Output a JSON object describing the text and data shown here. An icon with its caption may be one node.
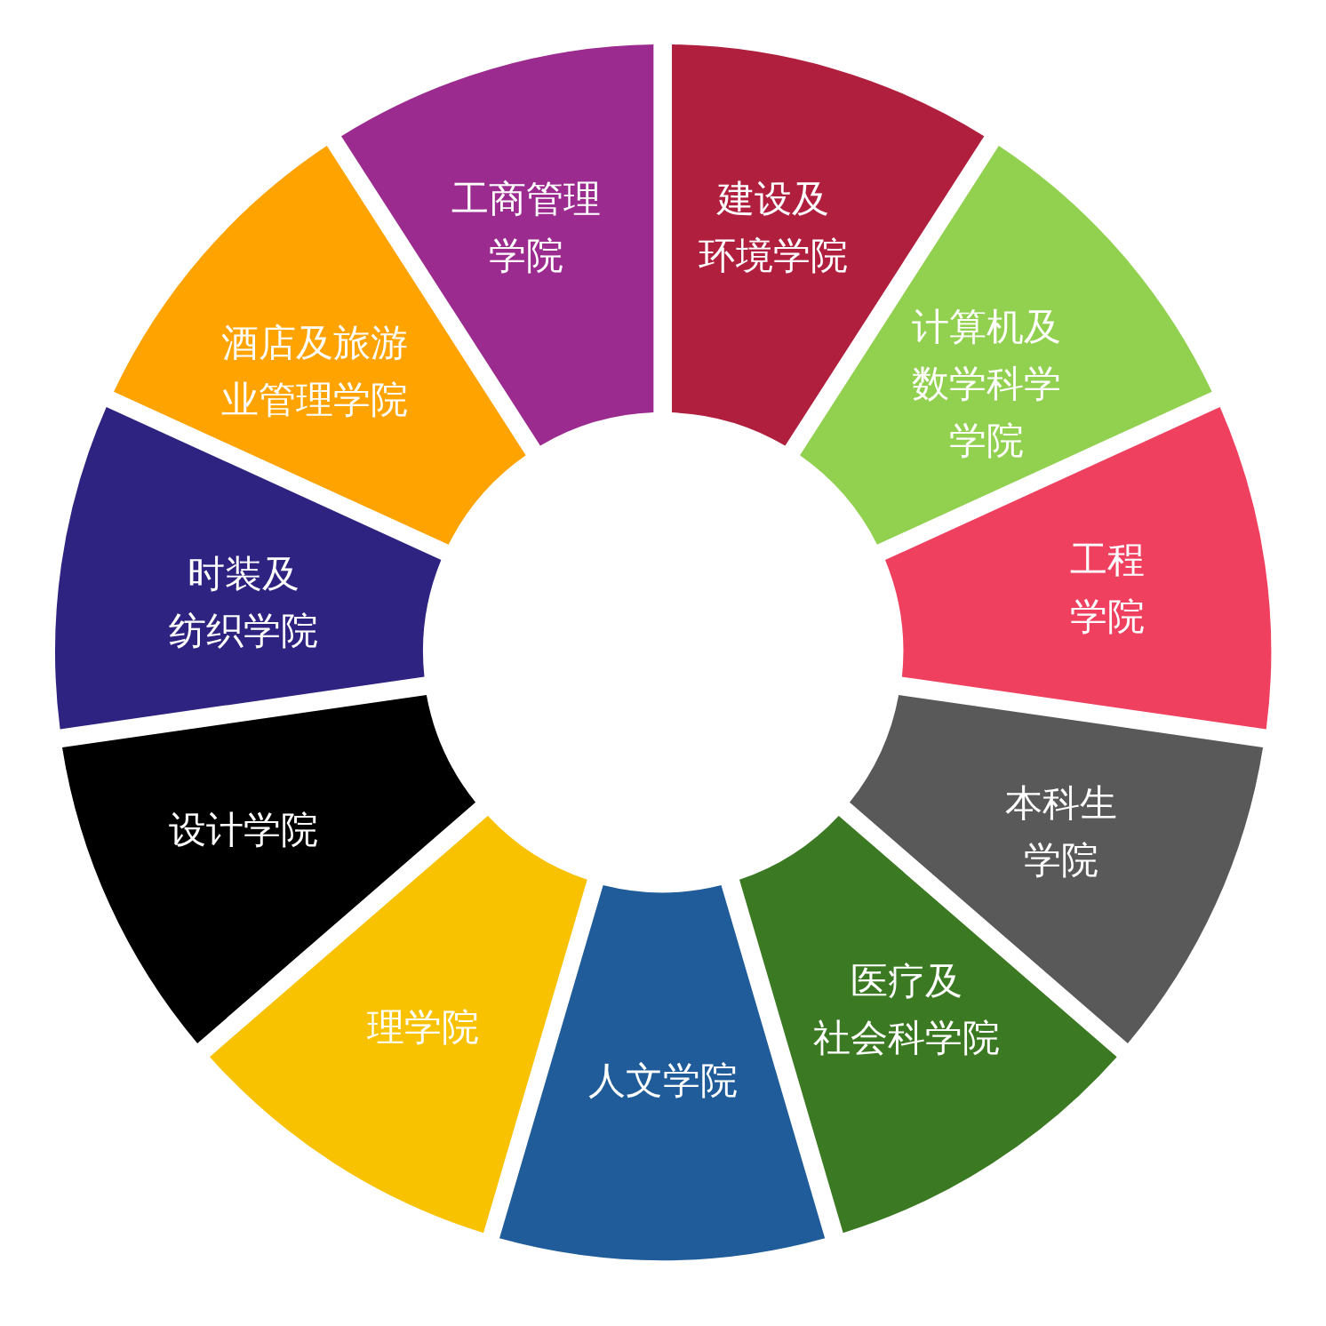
{
  "diagram": {
    "nodes": [
      {
        "text": [
          "工商管理学院"
        ]
      },
      {
        "text": [
          "建设及环境学院"
        ]
      },
      {
        "text": [
          "计算机及数学科学学院"
        ]
      },
      {
        "text": [
          "工程学院"
        ]
      },
      {
        "text": [
          "本科生学院"
        ]
      },
      {
        "text": [
          "医疗及社会科学院"
        ]
      },
      {
        "text": [
          "人文学院"
        ]
      },
      {
        "text": [
          "理学院"
        ]
      },
      {
        "text": [
          "设计学院"
        ]
      },
      {
        "text": [
          "时装及纺织学院"
        ]
      },
      {
        "text": [
          "酒店及旅游业管理学院"
        ]
      }
    ]
  }
}
